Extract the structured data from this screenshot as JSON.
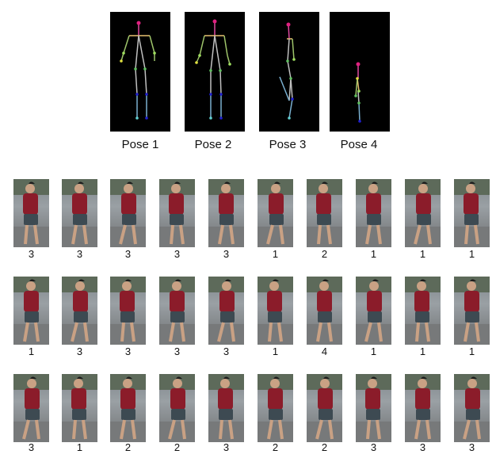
{
  "poses": [
    {
      "label": "Pose 1"
    },
    {
      "label": "Pose 2"
    },
    {
      "label": "Pose 3"
    },
    {
      "label": "Pose 4"
    }
  ],
  "rows": [
    {
      "labels": [
        "3",
        "3",
        "3",
        "3",
        "3",
        "1",
        "2",
        "1",
        "1",
        "1"
      ]
    },
    {
      "labels": [
        "1",
        "3",
        "3",
        "3",
        "3",
        "1",
        "4",
        "1",
        "1",
        "1"
      ]
    },
    {
      "labels": [
        "3",
        "1",
        "2",
        "2",
        "3",
        "2",
        "2",
        "3",
        "3",
        "3"
      ]
    }
  ],
  "colors": {
    "skeleton_background": "#000000",
    "shirt": "#8b1c2a",
    "shorts": "#3d4a52"
  }
}
